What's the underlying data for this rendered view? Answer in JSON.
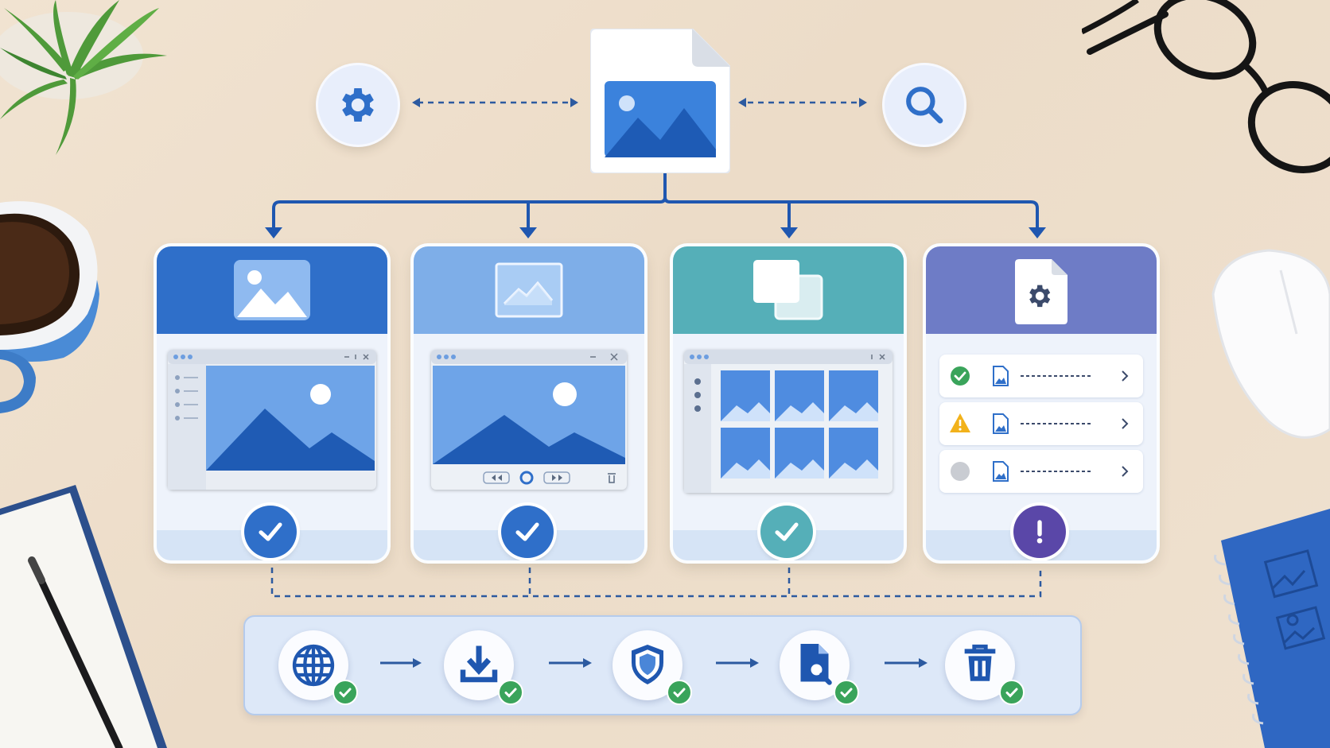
{
  "colors": {
    "primary_blue": "#2f6fc9",
    "light_blue": "#7eaee8",
    "teal": "#55afb8",
    "purple": "#6e6bbf",
    "success_green": "#3aa45b",
    "warning_amber": "#f2b21b",
    "pending_gray": "#c9ccd2",
    "error_purple": "#5a47a8"
  },
  "top": {
    "left_icon": "gear-icon",
    "center_icon": "image-file-icon",
    "right_icon": "search-icon"
  },
  "cards": [
    {
      "header_icon": "image-icon",
      "preview": "image-viewer-window",
      "status": "success",
      "status_icon": "check-icon"
    },
    {
      "header_icon": "image-frame-icon",
      "preview": "media-player-window",
      "status": "success",
      "status_icon": "check-icon"
    },
    {
      "header_icon": "stacked-windows-icon",
      "preview": "thumbnail-gallery-window",
      "status": "success",
      "status_icon": "check-icon"
    },
    {
      "header_icon": "file-settings-icon",
      "preview": "file-list",
      "status": "error",
      "status_icon": "exclamation-icon",
      "rows": [
        {
          "status": "success"
        },
        {
          "status": "warning"
        },
        {
          "status": "pending"
        }
      ]
    }
  ],
  "pipeline": [
    {
      "icon": "globe-icon",
      "status": "done"
    },
    {
      "icon": "download-icon",
      "status": "done"
    },
    {
      "icon": "shield-icon",
      "status": "done"
    },
    {
      "icon": "file-search-icon",
      "status": "done"
    },
    {
      "icon": "trash-icon",
      "status": "done"
    }
  ]
}
